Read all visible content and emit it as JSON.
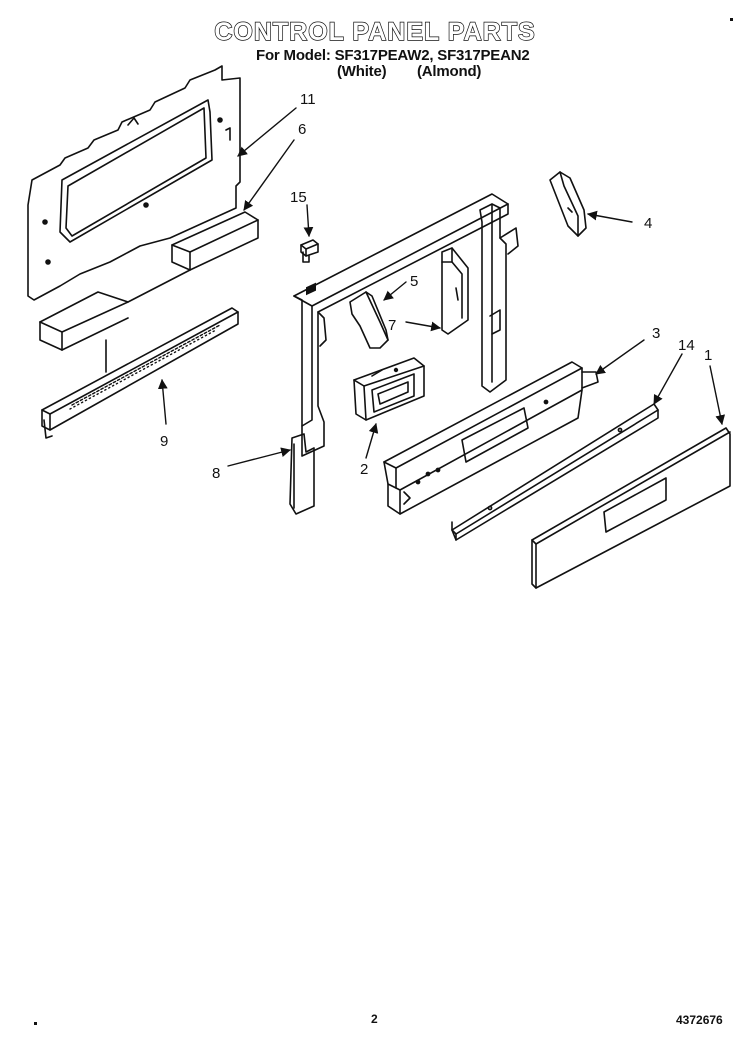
{
  "header": {
    "title": "CONTROL PANEL PARTS",
    "models_line": "For Model: SF317PEAW2, SF317PEAN2",
    "color_white": "(White)",
    "color_almond": "(Almond)"
  },
  "callouts": [
    "11",
    "6",
    "15",
    "4",
    "5",
    "7",
    "3",
    "14",
    "1",
    "9",
    "8",
    "2"
  ],
  "footer": {
    "page_number": "2",
    "document_number": "4372676"
  }
}
